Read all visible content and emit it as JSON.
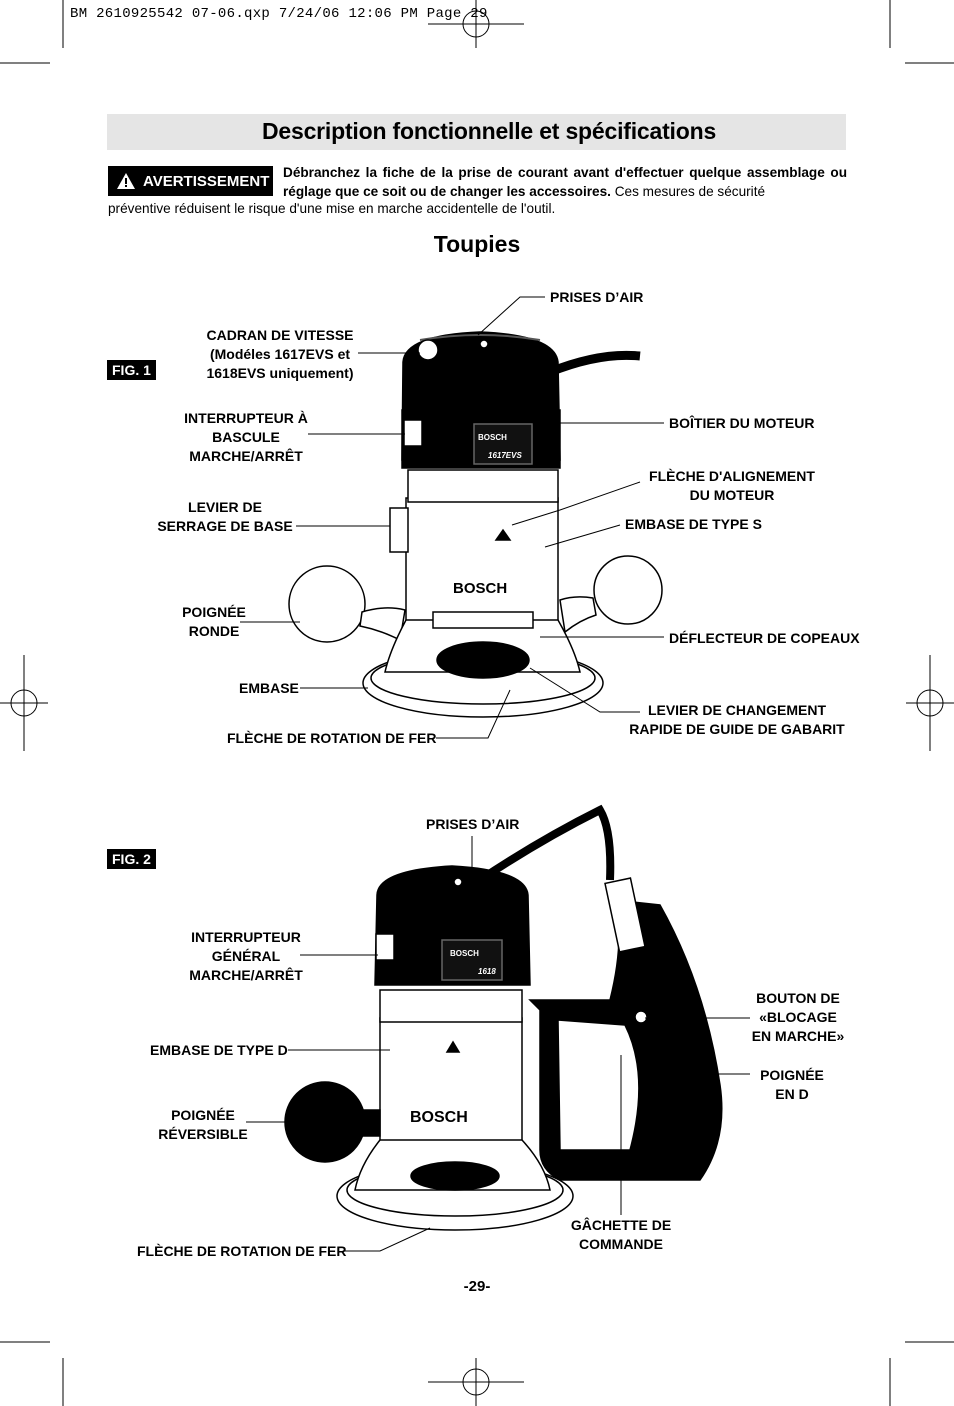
{
  "slug": "BM 2610925542 07-06.qxp  7/24/06  12:06 PM  Page 29",
  "title": "Description fonctionnelle et spécifications",
  "warning": {
    "badge": "AVERTISSEMENT",
    "bold": "Débranchez la fiche de la prise de courant avant d'effectuer quelque assemblage ou réglage que ce soit ou de changer les accessoires.",
    "rest_a": "Ces mesures de sécurité",
    "rest_b": "préventive réduisent le risque d'une mise en marche accidentelle de l'outil."
  },
  "subtitle": "Toupies",
  "fig1": {
    "tag": "FIG. 1",
    "model_label": "1617EVS",
    "brand": "BOSCH",
    "labels": {
      "prises_air": "PRISES D’AIR",
      "cadran_1": "CADRAN DE VITESSE",
      "cadran_2": "(Modéles 1617EVS et",
      "cadran_3": "1618EVS uniquement)",
      "interrupteur_1": "INTERRUPTEUR À",
      "interrupteur_2": "BASCULE",
      "interrupteur_3": "MARCHE/ARRÊT",
      "boitier": "BOÎTIER DU MOTEUR",
      "fleche_align_1": "FLÈCHE D'ALIGNEMENT",
      "fleche_align_2": "DU MOTEUR",
      "levier_1": "LEVIER DE",
      "levier_2": "SERRAGE DE BASE",
      "embase_s": "EMBASE DE TYPE S",
      "poignee_1": "POIGNÉE",
      "poignee_2": "RONDE",
      "deflecteur": "DÉFLECTEUR DE COPEAUX",
      "embase": "EMBASE",
      "levier_chg_1": "LEVIER DE CHANGEMENT",
      "levier_chg_2": "RAPIDE DE GUIDE DE GABARIT",
      "fleche_rot": "FLÈCHE DE ROTATION DE FER"
    }
  },
  "fig2": {
    "tag": "FIG. 2",
    "model_label": "1618",
    "brand": "BOSCH",
    "labels": {
      "prises_air": "PRISES D’AIR",
      "interrupteur_1": "INTERRUPTEUR",
      "interrupteur_2": "GÉNÉRAL",
      "interrupteur_3": "MARCHE/ARRÊT",
      "bouton_1": "BOUTON DE",
      "bouton_2": "«BLOCAGE",
      "bouton_3": "EN MARCHE»",
      "embase_d": "EMBASE DE TYPE D",
      "poignee_d_1": "POIGNÉE",
      "poignee_d_2": "EN D",
      "poignee_rev_1": "POIGNÉE",
      "poignee_rev_2": "RÉVERSIBLE",
      "gachette_1": "GÂCHETTE DE",
      "gachette_2": "COMMANDE",
      "fleche_rot": "FLÈCHE DE ROTATION DE FER"
    }
  },
  "page_number": "-29-"
}
